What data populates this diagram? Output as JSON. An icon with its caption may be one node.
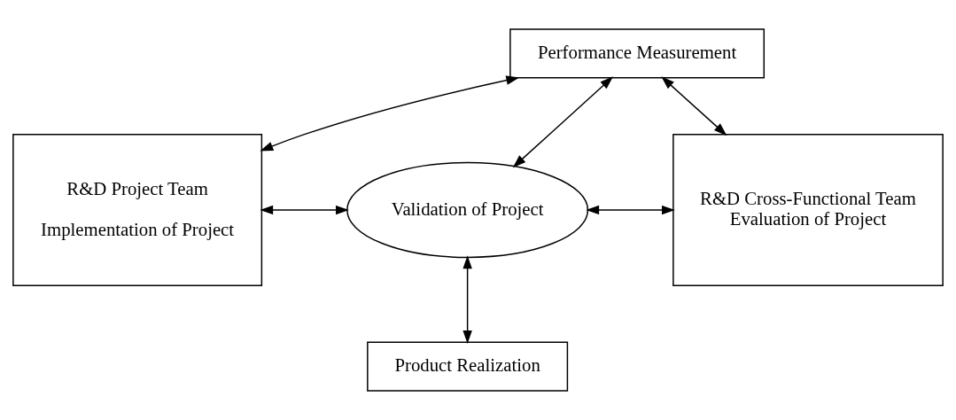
{
  "diagram": {
    "nodes": [
      {
        "text": [
          "Performance Measurement"
        ]
      },
      {
        "text": [
          "R&D Project Team",
          "Implementation of Project"
        ]
      },
      {
        "text": [
          "Validation of Project"
        ]
      },
      {
        "text": [
          "R&D Cross-Functional Team",
          "Evaluation of Project"
        ]
      },
      {
        "text": [
          "Product Realization"
        ]
      }
    ],
    "edges": [
      {
        "from": 1,
        "to": 0,
        "arrow": "both"
      },
      {
        "from": 0,
        "to": 3,
        "arrow": "both"
      },
      {
        "from": 0,
        "to": 2,
        "arrow": "both"
      },
      {
        "from": 1,
        "to": 2,
        "arrow": "both"
      },
      {
        "from": 2,
        "to": 3,
        "arrow": "both"
      },
      {
        "from": 2,
        "to": 4,
        "arrow": "both"
      }
    ]
  }
}
